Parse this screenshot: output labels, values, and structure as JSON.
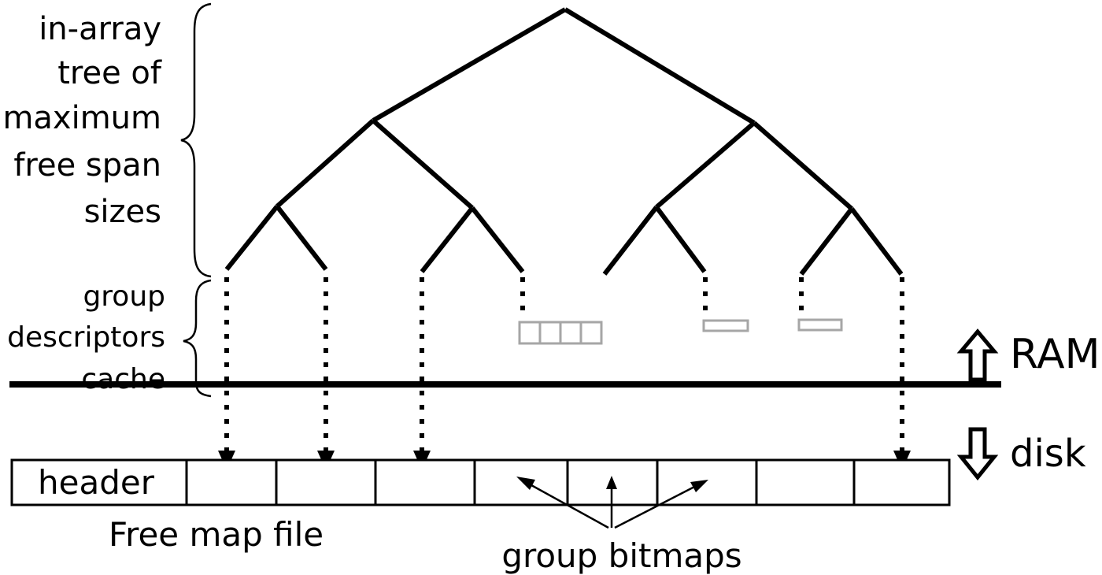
{
  "tree_label": [
    "in-array",
    "tree of",
    "maximum",
    "free span",
    "sizes"
  ],
  "cache_label": [
    "group",
    "descriptors",
    "cache"
  ],
  "ram_label": "RAM",
  "disk_label": "disk",
  "header_label": "header",
  "file_label": "Free map file",
  "bitmaps_label": "group bitmaps",
  "colors": {
    "line": "#000000",
    "cache_box": "#a6a6a6",
    "background": "#ffffff"
  }
}
